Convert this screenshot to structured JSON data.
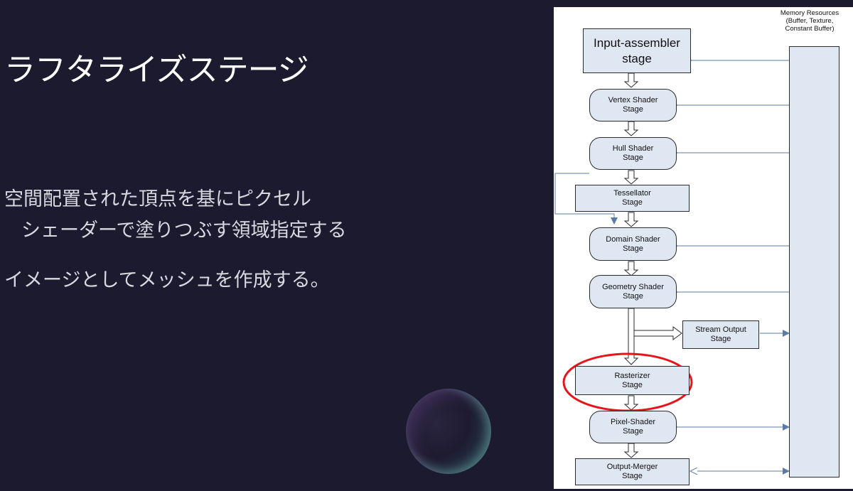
{
  "slide": {
    "title": "ラフタライズステージ",
    "bullets": [
      "空間配置された頂点を基にピクセル",
      "シェーダーで塗りつぶす領域指定する",
      "イメージとしてメッシュを作成する。"
    ]
  },
  "diagram": {
    "memory": {
      "label_line1": "Memory Resources",
      "label_line2": "(Buffer, Texture,",
      "label_line3": "Constant Buffer)"
    },
    "stages": {
      "input_assembler": {
        "line1": "Input-assembler",
        "line2": "stage"
      },
      "vertex_shader": {
        "line1": "Vertex Shader",
        "line2": "Stage"
      },
      "hull_shader": {
        "line1": "Hull Shader",
        "line2": "Stage"
      },
      "tessellator": {
        "line1": "Tessellator",
        "line2": "Stage"
      },
      "domain_shader": {
        "line1": "Domain Shader",
        "line2": "Stage"
      },
      "geometry_shader": {
        "line1": "Geometry Shader",
        "line2": "Stage"
      },
      "stream_output": {
        "line1": "Stream Output",
        "line2": "Stage"
      },
      "rasterizer": {
        "line1": "Rasterizer",
        "line2": "Stage"
      },
      "pixel_shader": {
        "line1": "Pixel-Shader",
        "line2": "Stage"
      },
      "output_merger": {
        "line1": "Output-Merger",
        "line2": "Stage"
      }
    },
    "highlight_color": "#e8141c",
    "stage_fill_color": "#dfe7f2",
    "connector_color": "#5b7ca6"
  }
}
